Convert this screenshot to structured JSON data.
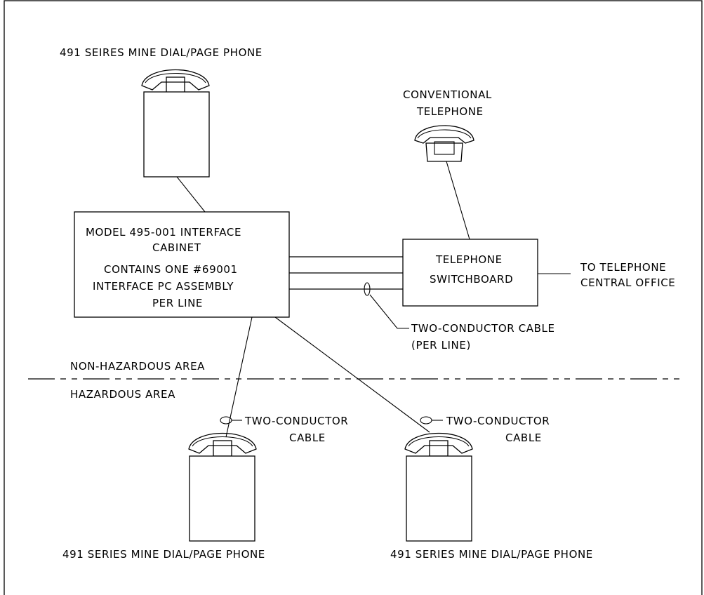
{
  "top_phone": {
    "label": "491 SEIRES MINE DIAL/PAGE PHONE"
  },
  "conventional_phone": {
    "label_line1": "CONVENTIONAL",
    "label_line2": "TELEPHONE"
  },
  "interface_cabinet": {
    "line1": "MODEL 495-001 INTERFACE",
    "line2": "CABINET",
    "line3": "CONTAINS ONE #69001",
    "line4": "INTERFACE PC ASSEMBLY",
    "line5": "PER LINE"
  },
  "switchboard": {
    "line1": "TELEPHONE",
    "line2": "SWITCHBOARD"
  },
  "central_office": {
    "line1": "TO TELEPHONE",
    "line2": "CENTRAL OFFICE"
  },
  "trunk_cable": {
    "line1": "TWO-CONDUCTOR CABLE",
    "line2": "(PER LINE)"
  },
  "areas": {
    "non_hazardous": "NON-HAZARDOUS AREA",
    "hazardous": "HAZARDOUS AREA"
  },
  "bottom_left_phone": {
    "cable_line1": "TWO-CONDUCTOR",
    "cable_line2": "CABLE",
    "label": "491 SERIES MINE DIAL/PAGE PHONE"
  },
  "bottom_right_phone": {
    "cable_line1": "TWO-CONDUCTOR",
    "cable_line2": "CABLE",
    "label": "491 SERIES MINE DIAL/PAGE PHONE"
  }
}
